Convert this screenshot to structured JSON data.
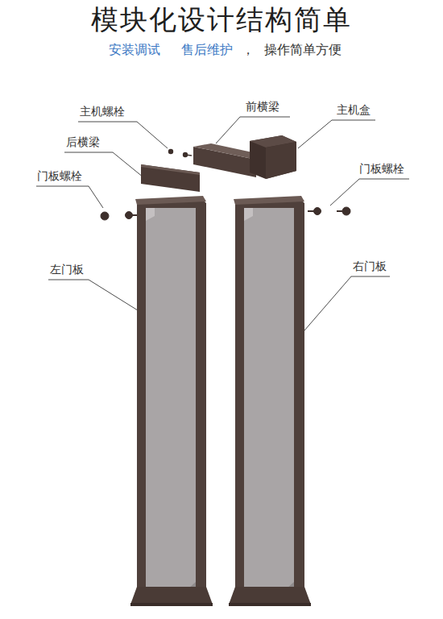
{
  "diagram": {
    "title": "模块化设计结构简单",
    "labels": [
      "安装调试",
      "售后维护",
      "，",
      "操作简单方便",
      "主机螺栓",
      "前横梁",
      "主机盒",
      "后横梁",
      "门板螺栓",
      "门板螺栓",
      "左门板",
      "右门板"
    ]
  }
}
